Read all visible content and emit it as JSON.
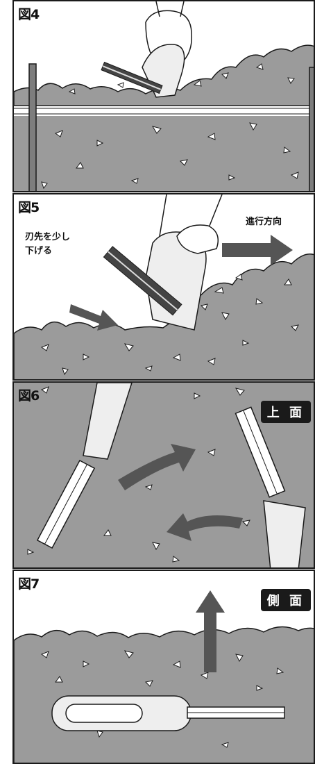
{
  "figures": [
    {
      "label": "図4"
    },
    {
      "label": "図5",
      "direction_label": "進行方向",
      "blade_note_line1": "刃先を少し",
      "blade_note_line2": "下げる"
    },
    {
      "label": "図6",
      "view_label": "上 面"
    },
    {
      "label": "図7",
      "view_label": "側 面"
    }
  ],
  "colors": {
    "hedge": "#9b9b9b",
    "hedge_dark": "#8a8a8a",
    "arrow": "#555555",
    "outline": "#1a1a1a",
    "badge": "#1a1a1a"
  }
}
